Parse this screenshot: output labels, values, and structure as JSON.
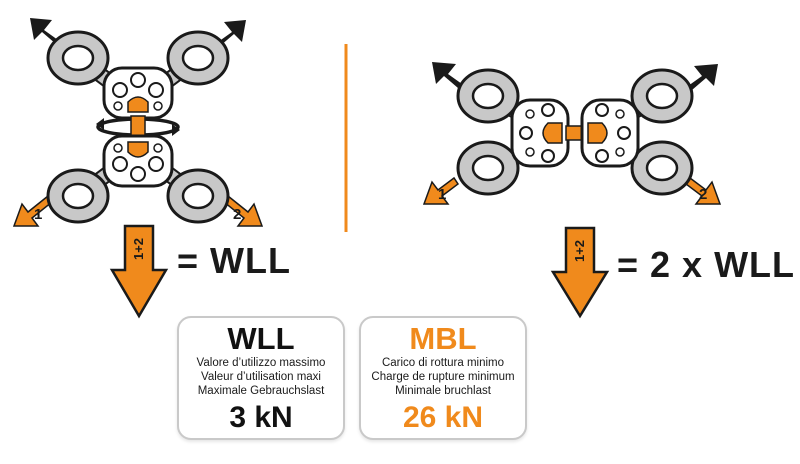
{
  "left_diagram": {
    "load_labels": [
      "1",
      "2"
    ],
    "combined_label": "1+2",
    "equation": "= WLL"
  },
  "right_diagram": {
    "load_labels": [
      "1",
      "2"
    ],
    "combined_label": "1+2",
    "equation": "= 2 x WLL"
  },
  "cards": [
    {
      "title": "WLL",
      "lines": [
        "Valore d’utilizzo massimo",
        "Valeur d’utilisation maxi",
        "Maximale Gebrauchslast"
      ],
      "value": "3 kN",
      "title_color": "#111111",
      "value_color": "#111111"
    },
    {
      "title": "MBL",
      "lines": [
        "Carico di rottura minimo",
        "Charge de rupture minimum",
        "Minimale bruchlast"
      ],
      "value": "26 kN",
      "title_color": "#f08a1c",
      "value_color": "#f08a1c"
    }
  ],
  "colors": {
    "accent": "#f08a1c",
    "metal": "#c8c8c8",
    "outline": "#1a1a1a",
    "divider": "#f08a1c"
  }
}
